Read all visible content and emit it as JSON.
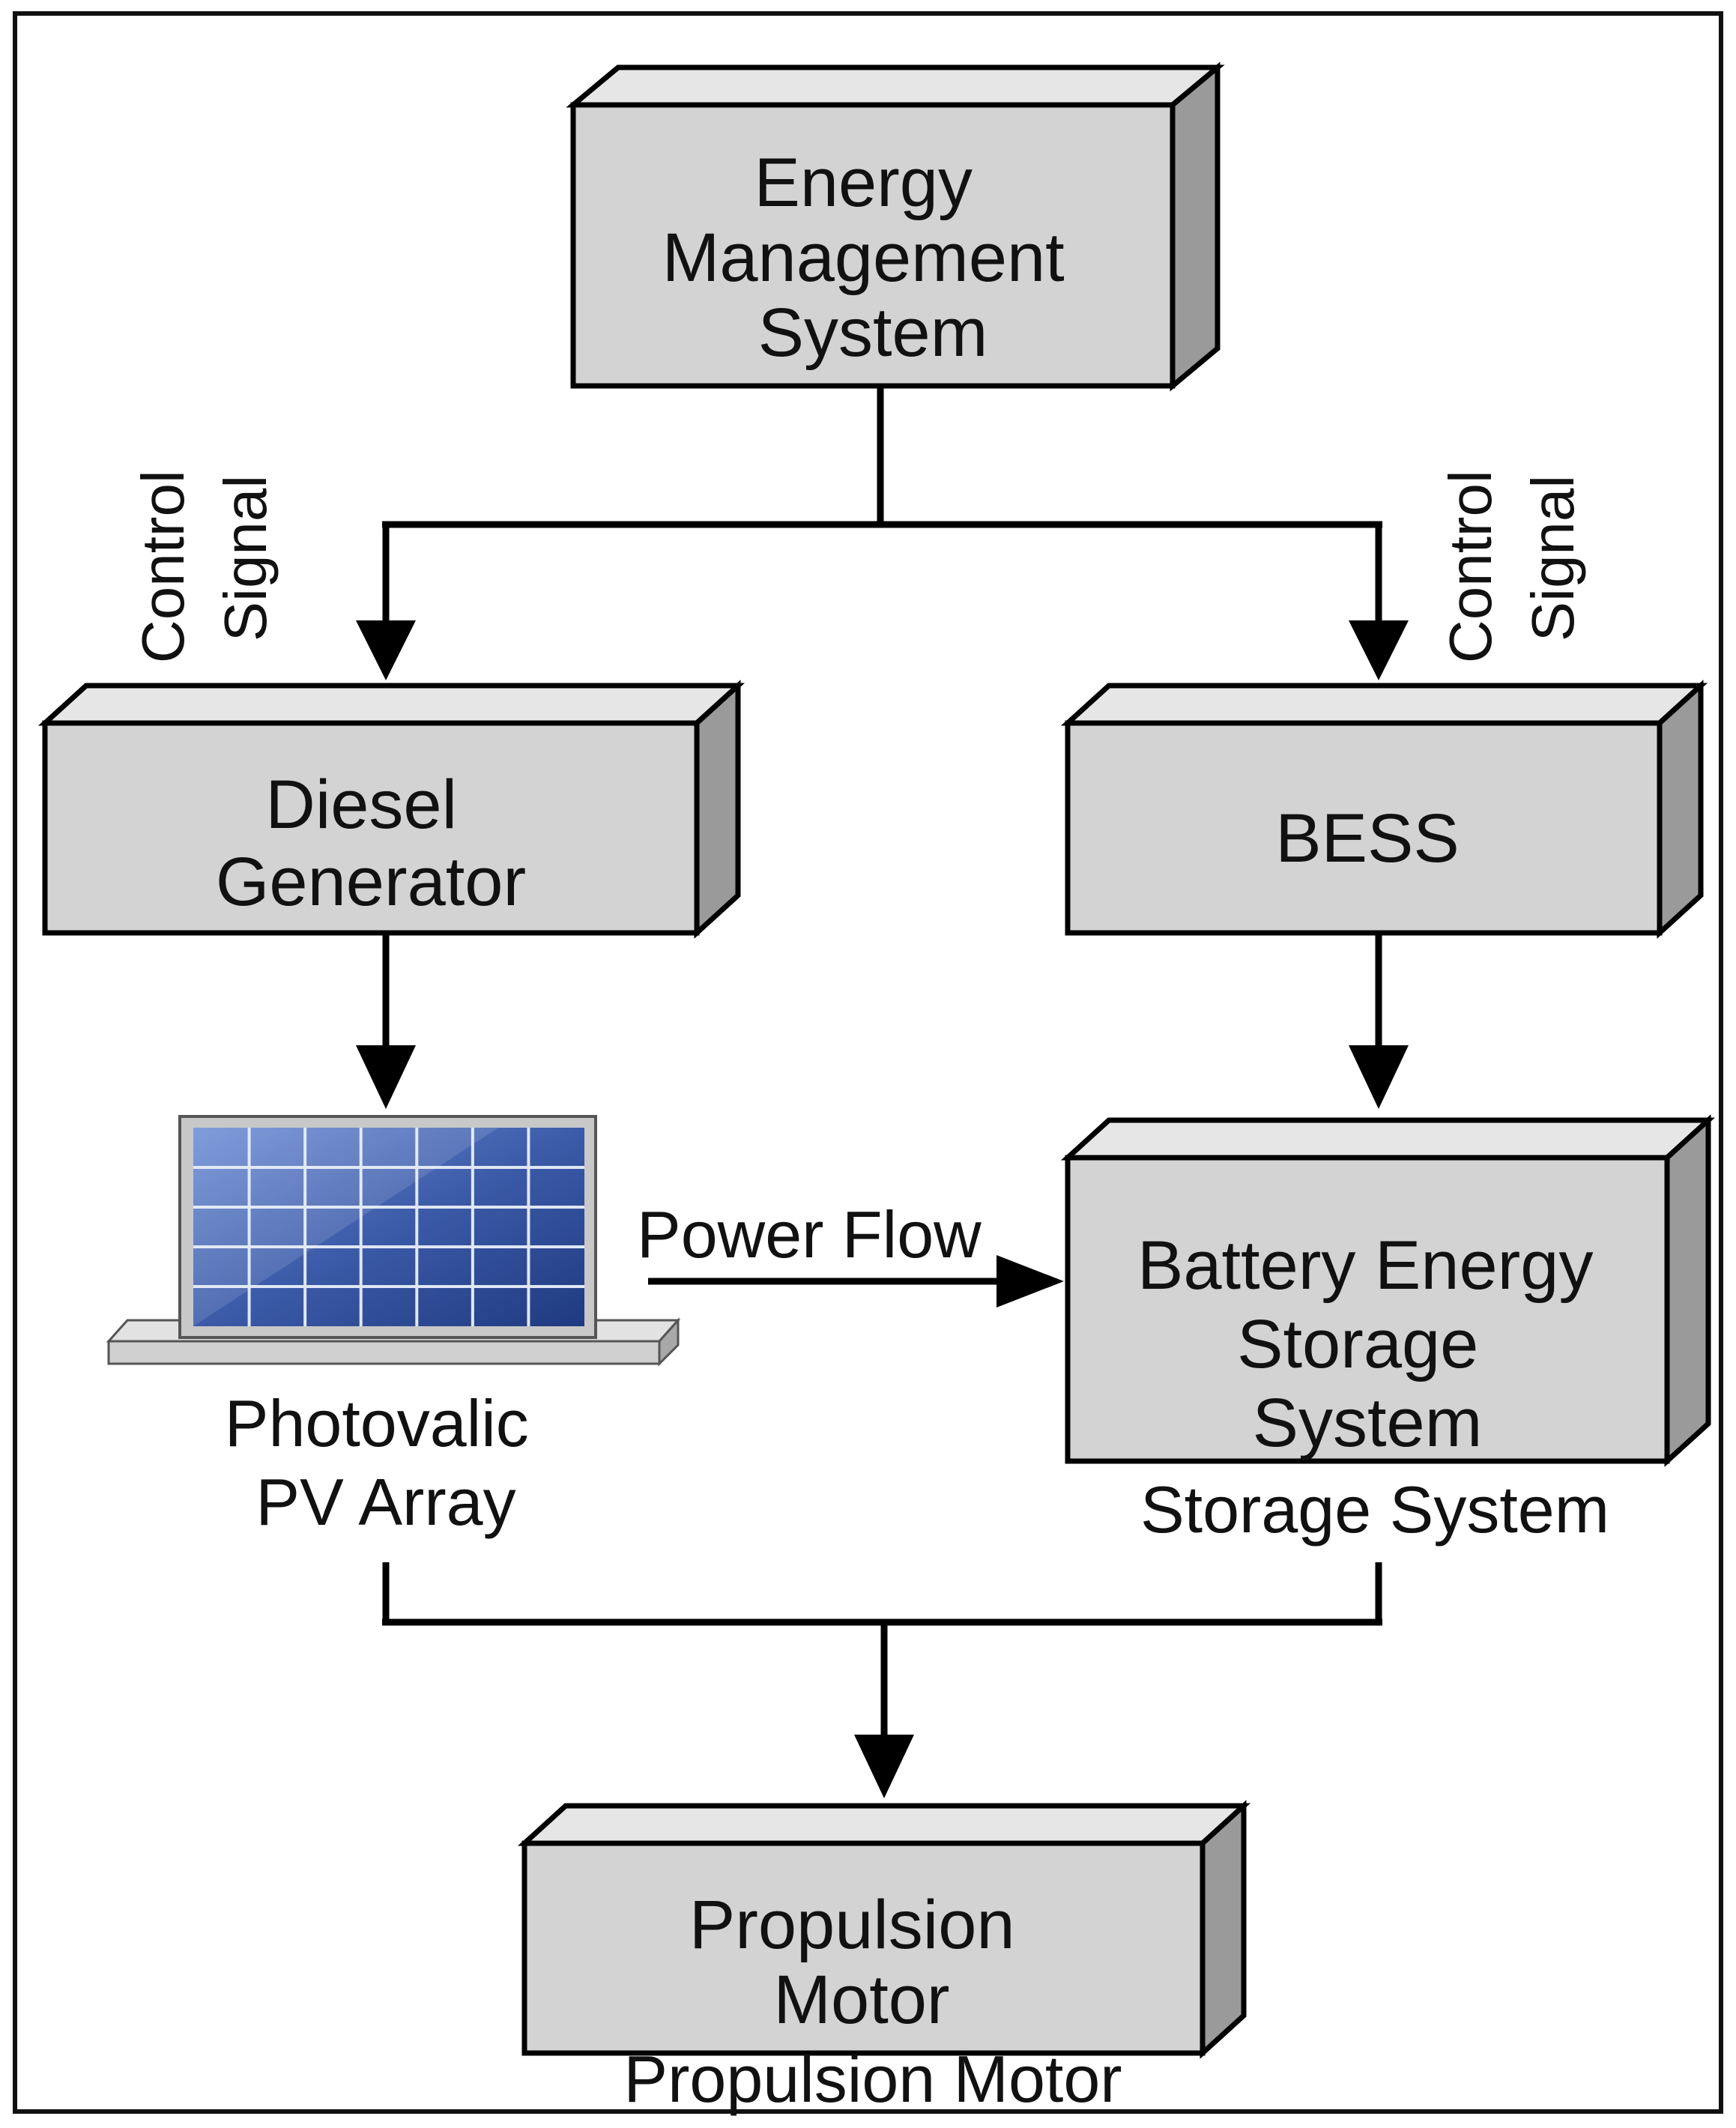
{
  "nodes": {
    "ems": {
      "lines": [
        "Energy",
        "Management",
        "System"
      ]
    },
    "diesel": {
      "lines": [
        "Diesel",
        "Generator"
      ]
    },
    "bess": {
      "lines": [
        "BESS"
      ]
    },
    "pv": {
      "lines": [
        "Photovalic",
        "PV Array"
      ]
    },
    "battery": {
      "lines": [
        "Battery Energy",
        "Storage",
        "System"
      ],
      "caption": "Storage System"
    },
    "propulsion": {
      "lines": [
        "Propulsion",
        "Motor"
      ],
      "caption": "Propulsion Motor"
    }
  },
  "edges": {
    "control_left": {
      "lines": [
        "Control",
        "Signal"
      ]
    },
    "control_right": {
      "lines": [
        "Control",
        "Signal"
      ]
    },
    "power_flow": {
      "label": "Power Flow"
    }
  },
  "colors": {
    "box_front": "#d3d3d3",
    "box_top": "#e6e6e6",
    "box_side": "#9a9a9a",
    "panel_cell": "#2f4f9a",
    "panel_frame": "#c8c8c8",
    "panel_stand": "#d0d0d0"
  }
}
